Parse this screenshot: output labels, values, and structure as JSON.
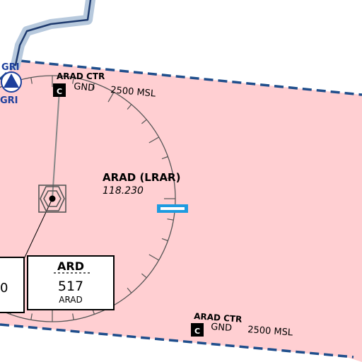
{
  "map": {
    "colors": {
      "ctr_fill": "#ffcfd2",
      "ctr_border": "#1f4e8c",
      "river_outer": "#b7c9dd",
      "river_inner": "#1e3a6e",
      "vor_blue": "#1c3f9c",
      "runway": "#1e9be0"
    },
    "vor": {
      "ident_top": "GRI",
      "ident_bottom": "GRI",
      "icon": "vor-triangle-icon"
    },
    "ctr_upper": {
      "name": "ARAD CTR",
      "badge": "C",
      "lower_limit": "GND",
      "upper_limit": "2500 MSL"
    },
    "ctr_lower": {
      "name": "ARAD CTR",
      "badge": "C",
      "lower_limit": "GND",
      "upper_limit": "2500 MSL"
    },
    "airport": {
      "name": "ARAD (LRAR)",
      "frequency": "118.230",
      "icon": "vordme-hexagon-icon"
    },
    "navaid_box": {
      "ident": "ARD",
      "frequency": "517",
      "name": "ARAD"
    },
    "partial_box": {
      "text": "0"
    }
  }
}
